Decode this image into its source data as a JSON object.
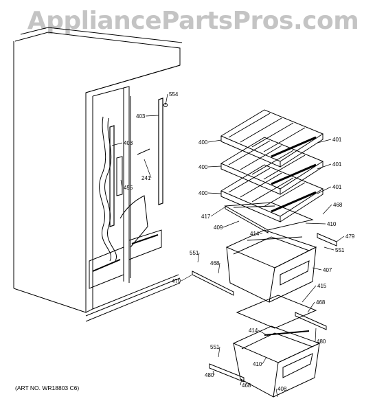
{
  "watermark": "AppliancePartsPros.com",
  "art_number": "(ART NO. WR18803 C6)",
  "callouts": [
    {
      "id": "c554",
      "text": "554"
    },
    {
      "id": "c403a",
      "text": "403"
    },
    {
      "id": "c403b",
      "text": "403"
    },
    {
      "id": "c455",
      "text": "455"
    },
    {
      "id": "c241",
      "text": "241"
    },
    {
      "id": "c400a",
      "text": "400"
    },
    {
      "id": "c400b",
      "text": "400"
    },
    {
      "id": "c400c",
      "text": "400"
    },
    {
      "id": "c401a",
      "text": "401"
    },
    {
      "id": "c401b",
      "text": "401"
    },
    {
      "id": "c401c",
      "text": "401"
    },
    {
      "id": "c468a",
      "text": "468"
    },
    {
      "id": "c417",
      "text": "417"
    },
    {
      "id": "c409",
      "text": "409"
    },
    {
      "id": "c410a",
      "text": "410"
    },
    {
      "id": "c479a",
      "text": "479"
    },
    {
      "id": "c551a",
      "text": "551"
    },
    {
      "id": "c414a",
      "text": "414"
    },
    {
      "id": "c551b",
      "text": "551"
    },
    {
      "id": "c468b",
      "text": "468"
    },
    {
      "id": "c407",
      "text": "407"
    },
    {
      "id": "c479b",
      "text": "479"
    },
    {
      "id": "c415",
      "text": "415"
    },
    {
      "id": "c468c",
      "text": "468"
    },
    {
      "id": "c414b",
      "text": "414"
    },
    {
      "id": "c480a",
      "text": "480"
    },
    {
      "id": "c551c",
      "text": "551"
    },
    {
      "id": "c410b",
      "text": "410"
    },
    {
      "id": "c480b",
      "text": "480"
    },
    {
      "id": "c468d",
      "text": "468"
    },
    {
      "id": "c408",
      "text": "408"
    }
  ]
}
